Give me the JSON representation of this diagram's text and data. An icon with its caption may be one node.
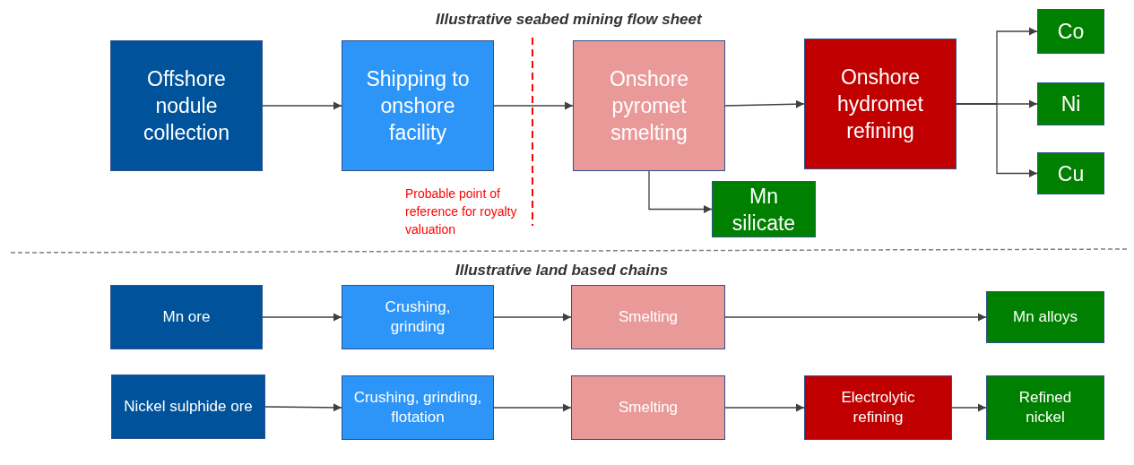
{
  "diagram": {
    "title": "Illustrative seabed mining flow sheet",
    "nodes": [
      {
        "text": [
          "Offshore nodule collection"
        ]
      },
      {
        "text": [
          "Shipping to onshore facility"
        ]
      },
      {
        "text": [
          "Onshore pyromet smelting"
        ]
      },
      {
        "text": [
          "Onshore hydromet refining"
        ]
      },
      {
        "text": [
          "Co"
        ]
      },
      {
        "text": [
          "Ni"
        ]
      },
      {
        "text": [
          "Cu"
        ]
      },
      {
        "text": [
          "Mn silicate"
        ]
      },
      {
        "text": [
          "Mn ore"
        ]
      },
      {
        "text": [
          "Crushing, grinding"
        ]
      },
      {
        "text": [
          "Smelting"
        ]
      },
      {
        "text": [
          "Mn alloys"
        ]
      },
      {
        "text": [
          "Nickel sulphide ore"
        ]
      },
      {
        "text": [
          "Crushing, grinding, flotation"
        ]
      },
      {
        "text": [
          "Smelting"
        ]
      },
      {
        "text": [
          "Electrolytic refining"
        ]
      },
      {
        "text": [
          "Refined nickel"
        ]
      }
    ],
    "edges": [
      {
        "from": 0,
        "to": 1,
        "arrow": "to"
      },
      {
        "from": 1,
        "to": 2,
        "arrow": "to"
      },
      {
        "from": 2,
        "to": 3,
        "arrow": "to"
      },
      {
        "from": 3,
        "to": 4,
        "arrow": "to"
      },
      {
        "from": 3,
        "to": 5,
        "arrow": "to"
      },
      {
        "from": 3,
        "to": 6,
        "arrow": "to"
      },
      {
        "from": 2,
        "to": 7,
        "arrow": "to"
      },
      {
        "from": 8,
        "to": 9,
        "arrow": "to"
      },
      {
        "from": 9,
        "to": 10,
        "arrow": "to"
      },
      {
        "from": 10,
        "to": 11,
        "arrow": "to"
      },
      {
        "from": 12,
        "to": 13,
        "arrow": "to"
      },
      {
        "from": 13,
        "to": 14,
        "arrow": "to"
      },
      {
        "from": 14,
        "to": 15,
        "arrow": "to"
      },
      {
        "from": 15,
        "to": 16,
        "arrow": "to"
      }
    ],
    "labels": [
      "Probable point of reference for royalty valuation",
      "Illustrative land based chains"
    ]
  }
}
